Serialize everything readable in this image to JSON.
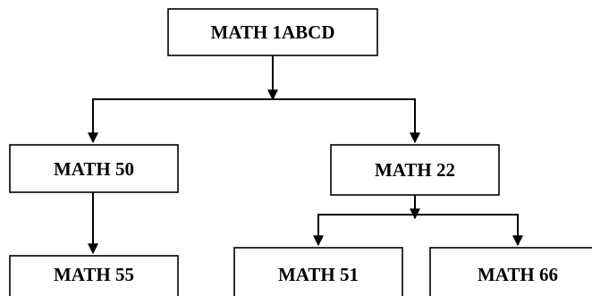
{
  "nodes": [
    {
      "id": "math-1abcd",
      "label": "MATH 1ABCD"
    },
    {
      "id": "math-50",
      "label": "MATH 50"
    },
    {
      "id": "math-22",
      "label": "MATH 22"
    },
    {
      "id": "math-55",
      "label": "MATH 55"
    },
    {
      "id": "math-51",
      "label": "MATH 51"
    },
    {
      "id": "math-66",
      "label": "MATH 66"
    }
  ],
  "edges": [
    {
      "from": "math-1abcd",
      "to": "math-50"
    },
    {
      "from": "math-1abcd",
      "to": "math-22"
    },
    {
      "from": "math-50",
      "to": "math-55"
    },
    {
      "from": "math-22",
      "to": "math-51"
    },
    {
      "from": "math-22",
      "to": "math-66"
    }
  ]
}
